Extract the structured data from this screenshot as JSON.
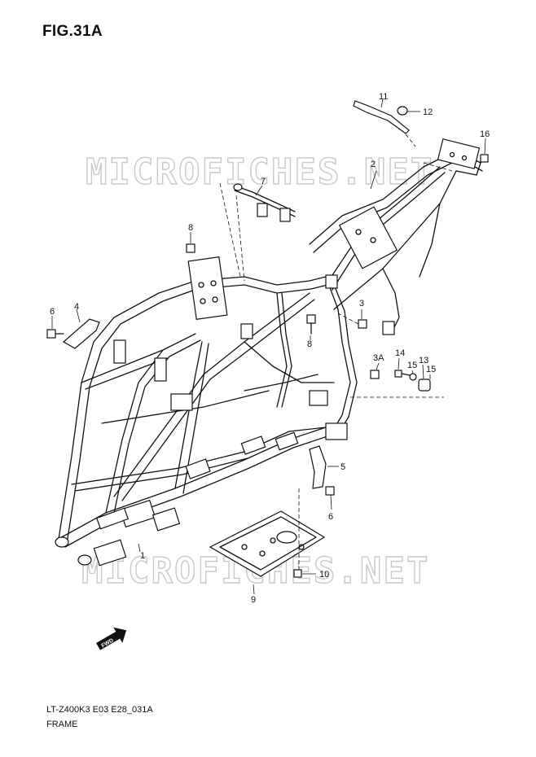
{
  "figure": {
    "title": "FIG.31A"
  },
  "watermark": {
    "text": "MICROFICHES.NET",
    "color": "#c9c9c9"
  },
  "fwd_icon": {
    "label": "FWD"
  },
  "callouts": [
    {
      "id": "1",
      "label": "1"
    },
    {
      "id": "2",
      "label": "2"
    },
    {
      "id": "3",
      "label": "3"
    },
    {
      "id": "3A",
      "label": "3A"
    },
    {
      "id": "4",
      "label": "4"
    },
    {
      "id": "5",
      "label": "5"
    },
    {
      "id": "6a",
      "label": "6"
    },
    {
      "id": "6b",
      "label": "6"
    },
    {
      "id": "7",
      "label": "7"
    },
    {
      "id": "8a",
      "label": "8"
    },
    {
      "id": "8b",
      "label": "8"
    },
    {
      "id": "9",
      "label": "9"
    },
    {
      "id": "10",
      "label": "10"
    },
    {
      "id": "11",
      "label": "11"
    },
    {
      "id": "12",
      "label": "12"
    },
    {
      "id": "13",
      "label": "13"
    },
    {
      "id": "14",
      "label": "14"
    },
    {
      "id": "15a",
      "label": "15"
    },
    {
      "id": "15b",
      "label": "15"
    },
    {
      "id": "16",
      "label": "16"
    }
  ],
  "footer": {
    "doc_code": "LT-Z400K3 E03 E28_031A",
    "section": "FRAME"
  }
}
